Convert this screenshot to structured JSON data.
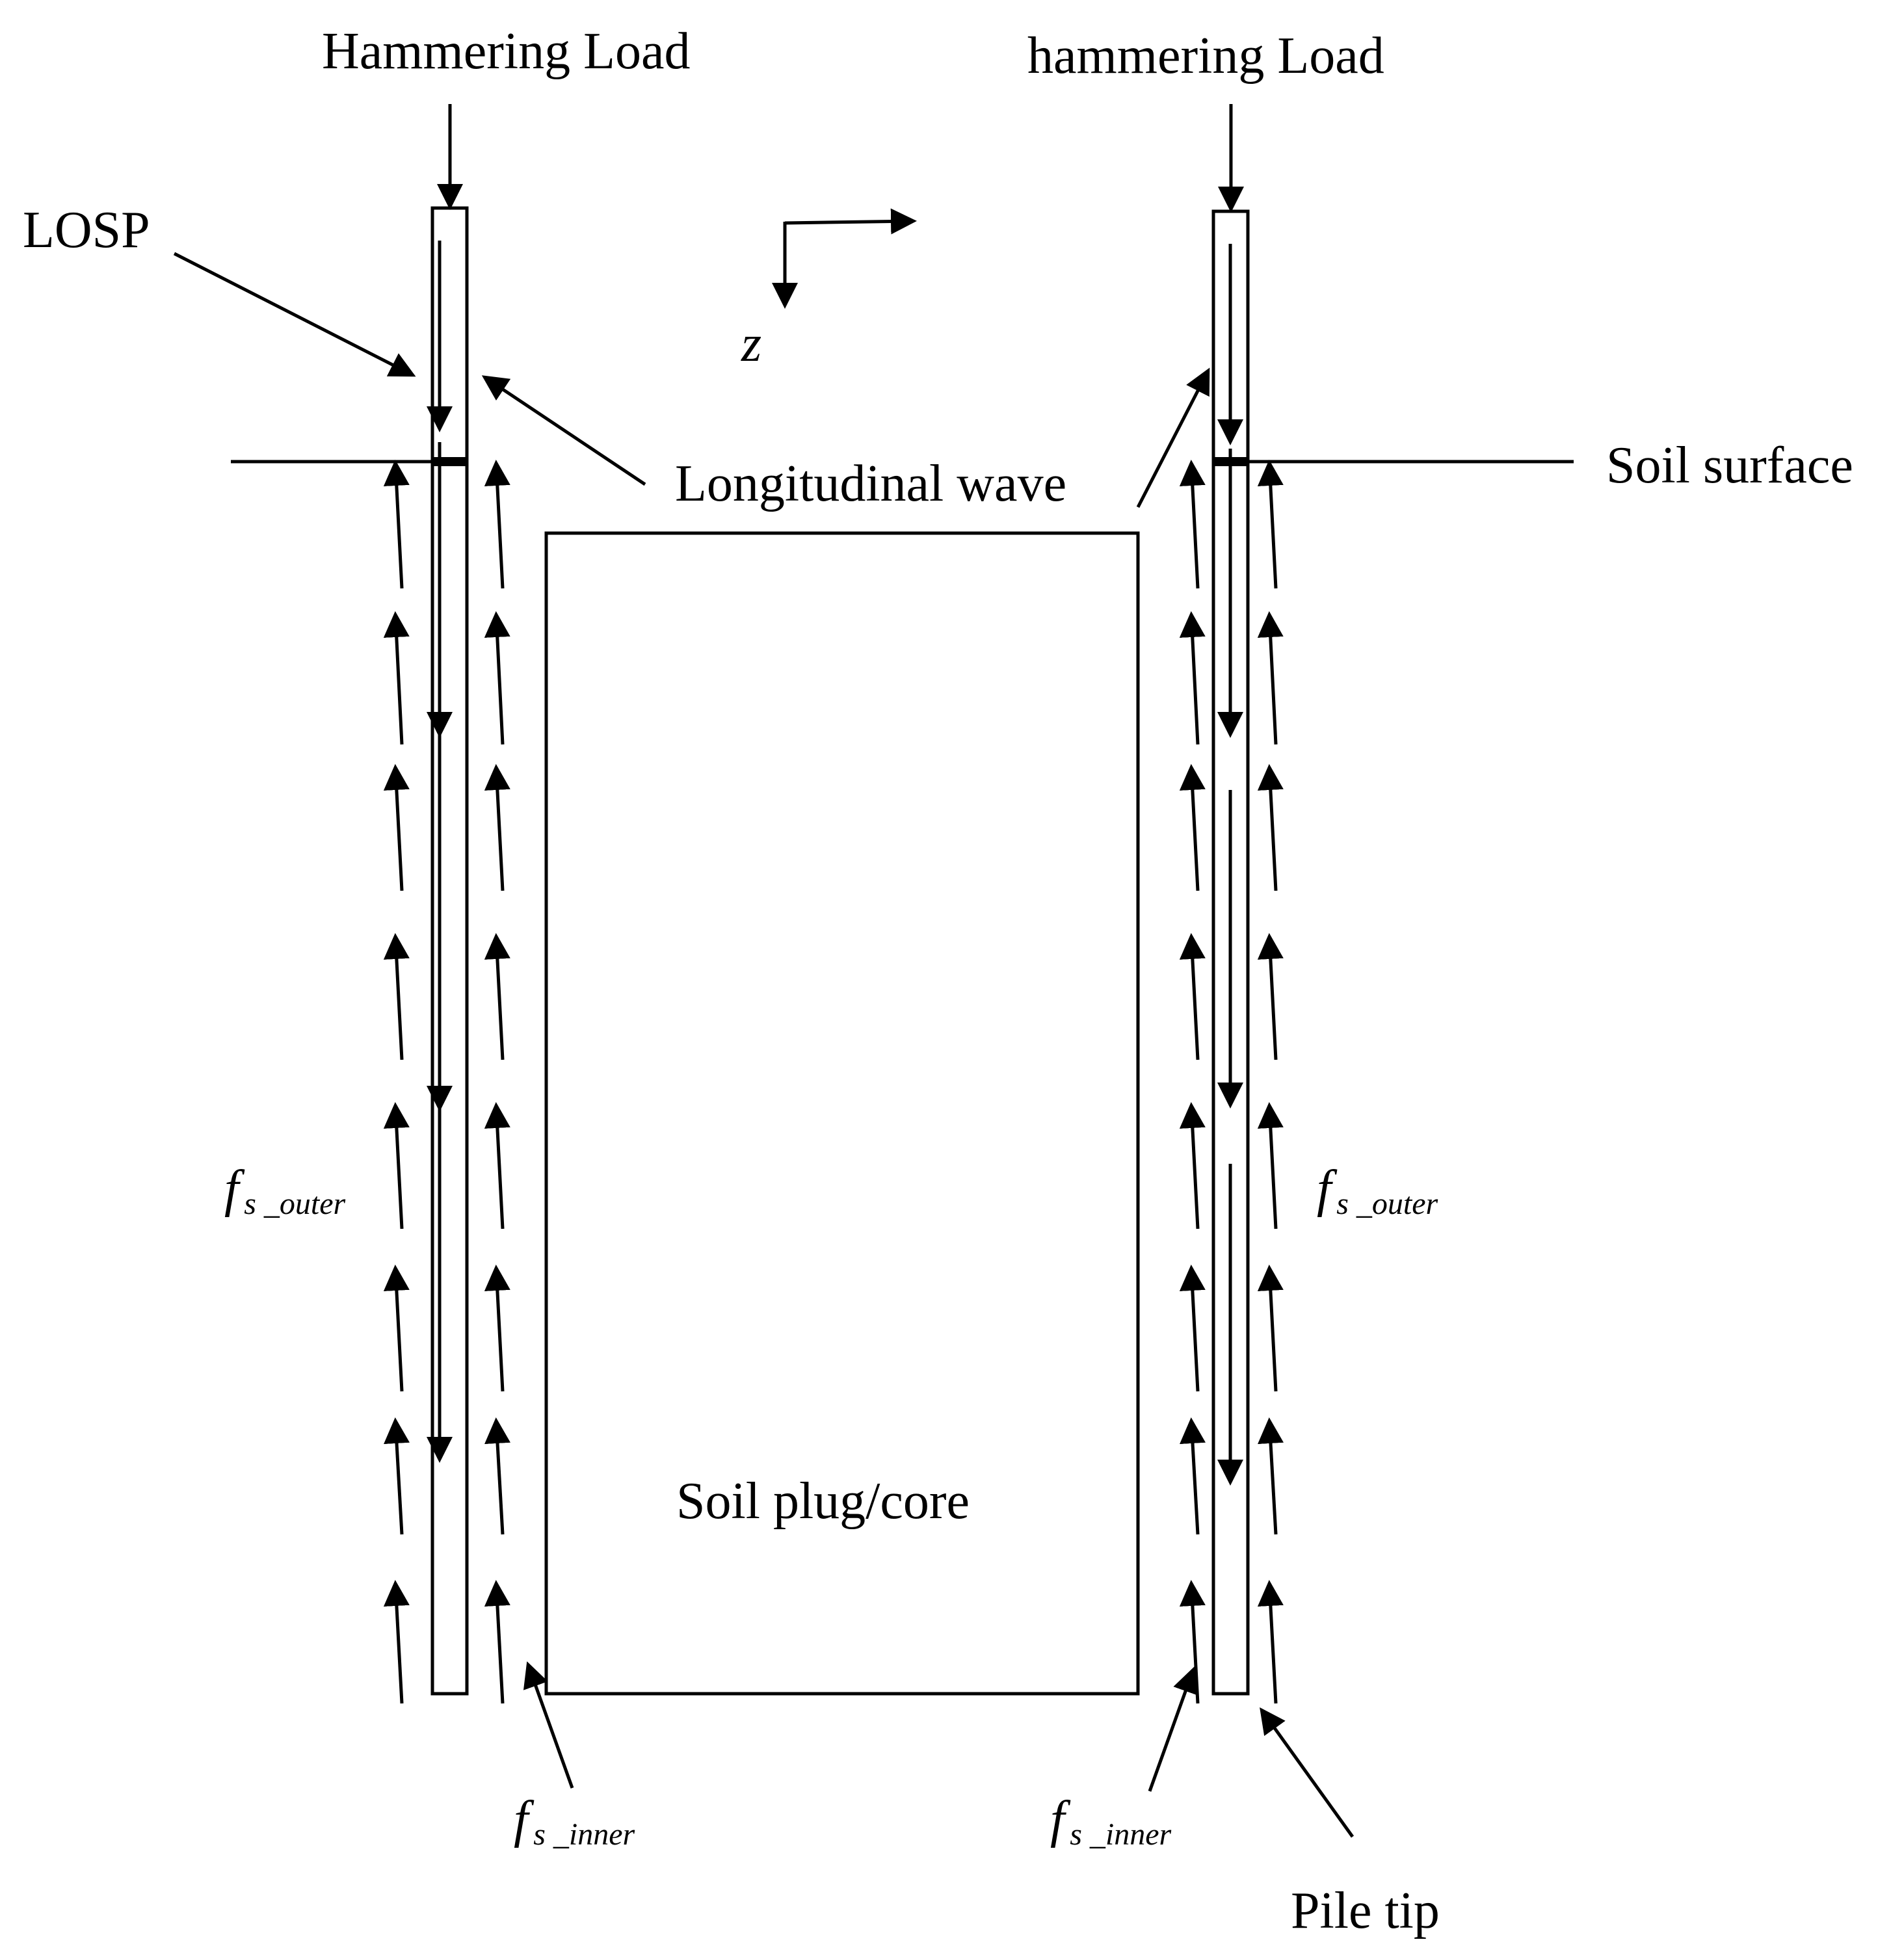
{
  "labels": {
    "hammering_load_left": "Hammering Load",
    "hammering_load_right": "hammering Load",
    "losp": "LOSP",
    "z_axis": "z",
    "longitudinal_wave": "Longitudinal wave",
    "soil_surface": "Soil surface",
    "soil_plug": "Soil plug/core",
    "pile_tip": "Pile tip",
    "friction_symbol": "f",
    "fs_outer_sub": "s _outer",
    "fs_inner_sub": "s _inner"
  },
  "colors": {
    "line": "#000000",
    "background": "#ffffff"
  }
}
